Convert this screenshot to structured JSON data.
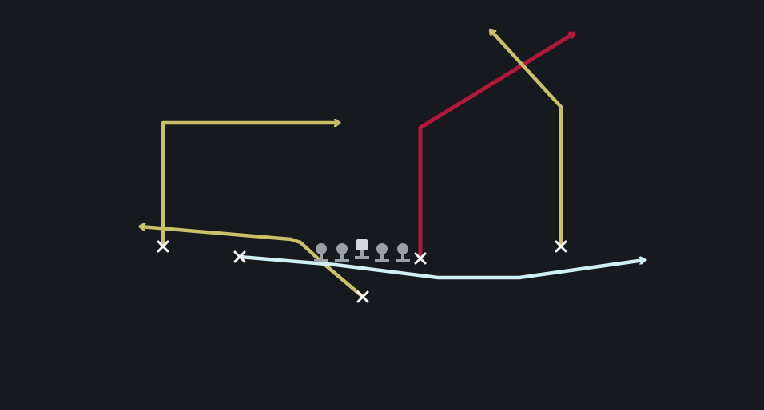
{
  "diagram": {
    "background_color": "#16191e",
    "route_colors": {
      "yellow": "#c9c06a",
      "red": "#b3183c",
      "light_blue": "#cfeef5"
    },
    "player_marker_color": "#ffffff",
    "lineman_color": "#9aa0a6",
    "center_color": "#d5d7da",
    "routes": [
      {
        "id": "route-left-corner",
        "color": "yellow",
        "arrow": true
      },
      {
        "id": "route-drag-left",
        "color": "yellow",
        "arrow": true
      },
      {
        "id": "route-post-red",
        "color": "red",
        "arrow": true
      },
      {
        "id": "route-right-post",
        "color": "yellow",
        "arrow": true
      },
      {
        "id": "route-flat-blue",
        "color": "light_blue",
        "arrow": true
      }
    ],
    "players": [
      {
        "id": "player-left-wr",
        "symbol": "x"
      },
      {
        "id": "player-slot-left",
        "symbol": "x"
      },
      {
        "id": "player-back",
        "symbol": "x"
      },
      {
        "id": "player-te",
        "symbol": "x"
      },
      {
        "id": "player-right-wr",
        "symbol": "x"
      }
    ],
    "linemen": [
      {
        "id": "lineman-1",
        "role": "guard"
      },
      {
        "id": "lineman-2",
        "role": "guard"
      },
      {
        "id": "center",
        "role": "center"
      },
      {
        "id": "lineman-4",
        "role": "guard"
      },
      {
        "id": "lineman-5",
        "role": "guard"
      }
    ]
  }
}
